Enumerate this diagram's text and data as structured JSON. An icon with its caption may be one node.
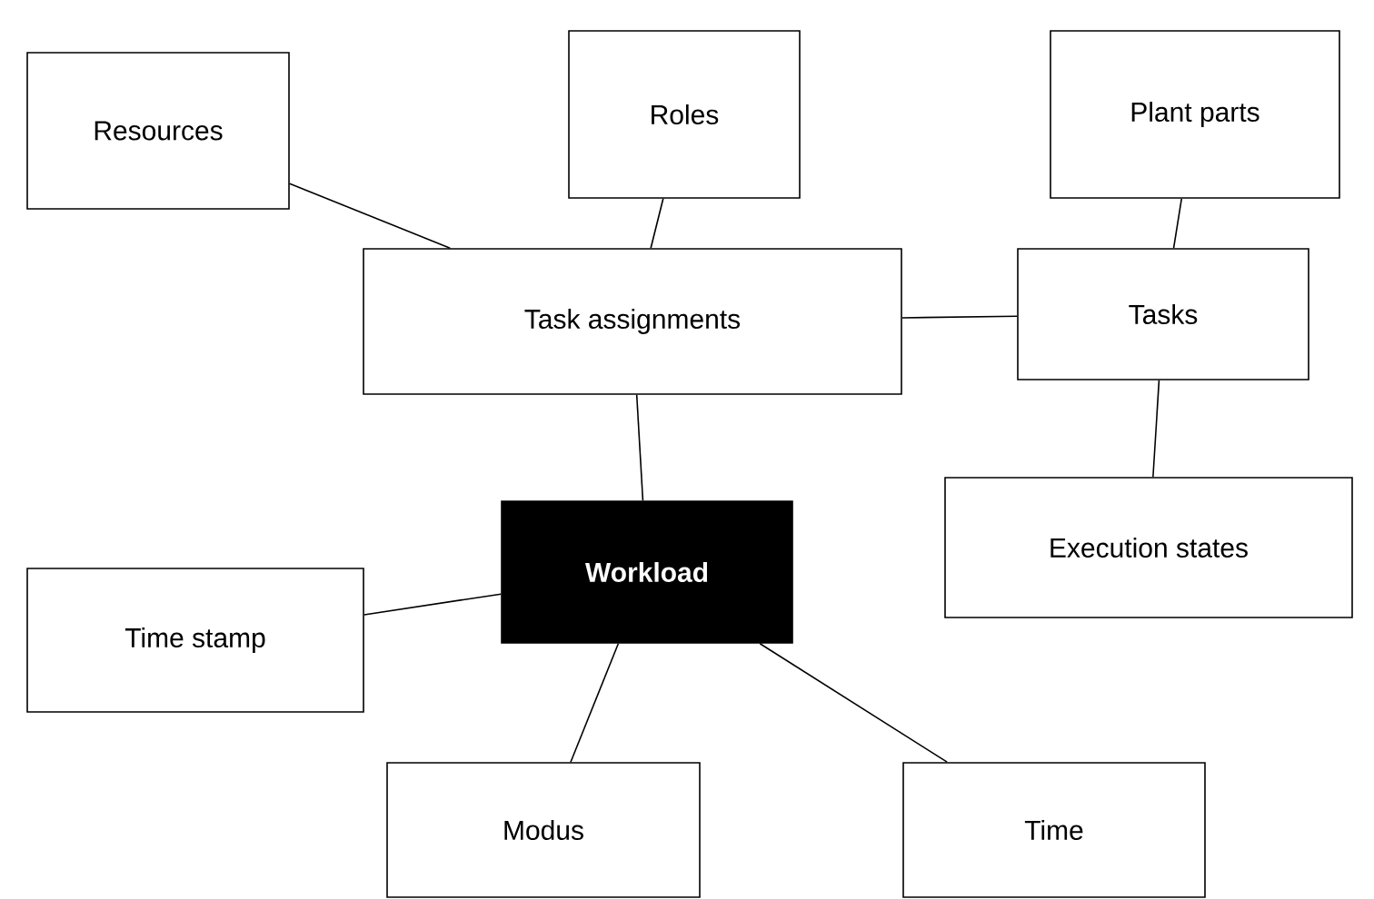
{
  "diagram": {
    "nodes": [
      {
        "text": [
          "Resources"
        ]
      },
      {
        "text": [
          "Roles"
        ]
      },
      {
        "text": [
          "Plant parts"
        ]
      },
      {
        "text": [
          "Task assignments"
        ]
      },
      {
        "text": [
          "Tasks"
        ]
      },
      {
        "text": [
          "Workload"
        ]
      },
      {
        "text": [
          "Execution states"
        ]
      },
      {
        "text": [
          "Time stamp"
        ]
      },
      {
        "text": [
          "Modus"
        ]
      },
      {
        "text": [
          "Time"
        ]
      }
    ],
    "edges": [
      {
        "from": 0,
        "to": 3,
        "arrow": "none"
      },
      {
        "from": 1,
        "to": 3,
        "arrow": "none"
      },
      {
        "from": 2,
        "to": 4,
        "arrow": "none"
      },
      {
        "from": 3,
        "to": 4,
        "arrow": "none"
      },
      {
        "from": 4,
        "to": 6,
        "arrow": "none"
      },
      {
        "from": 3,
        "to": 5,
        "arrow": "none"
      },
      {
        "from": 7,
        "to": 5,
        "arrow": "none"
      },
      {
        "from": 5,
        "to": 8,
        "arrow": "none"
      },
      {
        "from": 5,
        "to": 9,
        "arrow": "none"
      }
    ]
  }
}
